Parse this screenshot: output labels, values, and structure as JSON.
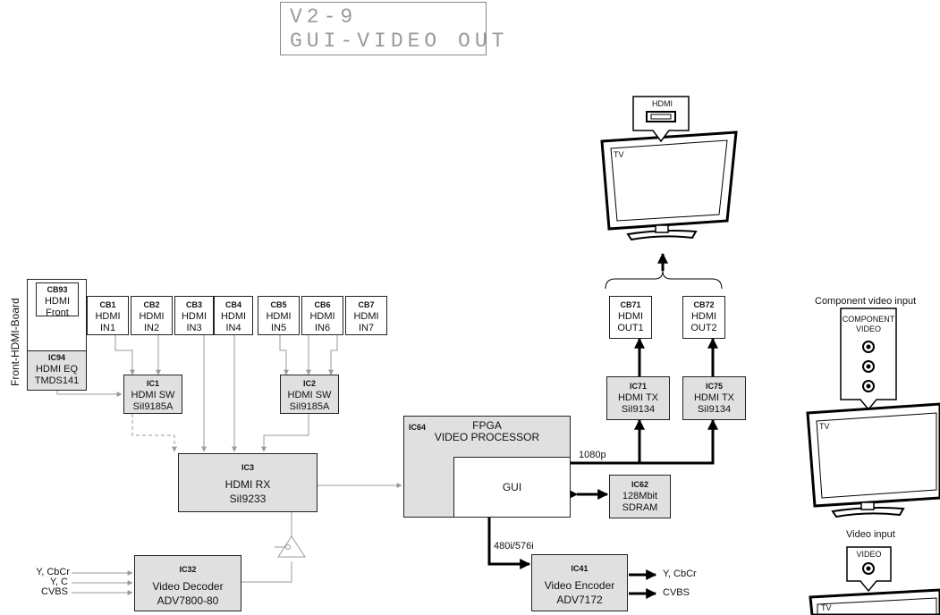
{
  "lcd": {
    "line1": "V2-9",
    "line2": "GUI-VIDEO OUT"
  },
  "front_board_label": "Front-HDMI-Board",
  "blocks": {
    "cb93": {
      "id": "CB93",
      "lines": [
        "HDMI",
        "Front"
      ]
    },
    "ic94": {
      "id": "IC94",
      "lines": [
        "HDMI EQ",
        "TMDS141"
      ]
    },
    "cb1": {
      "id": "CB1",
      "lines": [
        "HDMI",
        "IN1"
      ]
    },
    "cb2": {
      "id": "CB2",
      "lines": [
        "HDMI",
        "IN2"
      ]
    },
    "cb3": {
      "id": "CB3",
      "lines": [
        "HDMI",
        "IN3"
      ]
    },
    "cb4": {
      "id": "CB4",
      "lines": [
        "HDMI",
        "IN4"
      ]
    },
    "cb5": {
      "id": "CB5",
      "lines": [
        "HDMI",
        "IN5"
      ]
    },
    "cb6": {
      "id": "CB6",
      "lines": [
        "HDMI",
        "IN6"
      ]
    },
    "cb7": {
      "id": "CB7",
      "lines": [
        "HDMI",
        "IN7"
      ]
    },
    "ic1": {
      "id": "IC1",
      "lines": [
        "HDMI SW",
        "SiI9185A"
      ]
    },
    "ic2": {
      "id": "IC2",
      "lines": [
        "HDMI SW",
        "SiI9185A"
      ]
    },
    "ic3": {
      "id": "IC3",
      "lines": [
        "HDMI RX",
        "SiI9233"
      ]
    },
    "ic32": {
      "id": "IC32",
      "lines": [
        "Video Decoder",
        "ADV7800-80"
      ]
    },
    "ic64": {
      "id": "IC64",
      "lines": [
        "FPGA",
        "VIDEO PROCESSOR"
      ]
    },
    "gui": {
      "label": "GUI"
    },
    "ic62": {
      "id": "IC62",
      "lines": [
        "128Mbit",
        "SDRAM"
      ]
    },
    "ic41": {
      "id": "IC41",
      "lines": [
        "Video Encoder",
        "ADV7172"
      ]
    },
    "ic71": {
      "id": "IC71",
      "lines": [
        "HDMI TX",
        "SiI9134"
      ]
    },
    "ic75": {
      "id": "IC75",
      "lines": [
        "HDMI TX",
        "SiI9134"
      ]
    },
    "cb71": {
      "id": "CB71",
      "lines": [
        "HDMI",
        "OUT1"
      ]
    },
    "cb72": {
      "id": "CB72",
      "lines": [
        "HDMI",
        "OUT2"
      ]
    }
  },
  "decoder_inputs": [
    "Y, CbCr",
    "Y, C",
    "CVBS"
  ],
  "encoder_outputs": [
    "Y, CbCr",
    "CVBS"
  ],
  "signal_labels": {
    "hdmi_out_res": "1080p",
    "analog_out_res": "480i/576i"
  },
  "tv_main": {
    "connector": "HDMI",
    "screen": "TV"
  },
  "tv_component": {
    "caption": "Component video input",
    "connector_lines": [
      "COMPONENT",
      "VIDEO"
    ],
    "screen": "TV"
  },
  "tv_video": {
    "caption": "Video input",
    "connector": "VIDEO",
    "screen": "TV"
  },
  "colors": {
    "block_fill": "#e0e0e0",
    "gray_line": "#9a9a9a",
    "main_line": "#000000"
  }
}
